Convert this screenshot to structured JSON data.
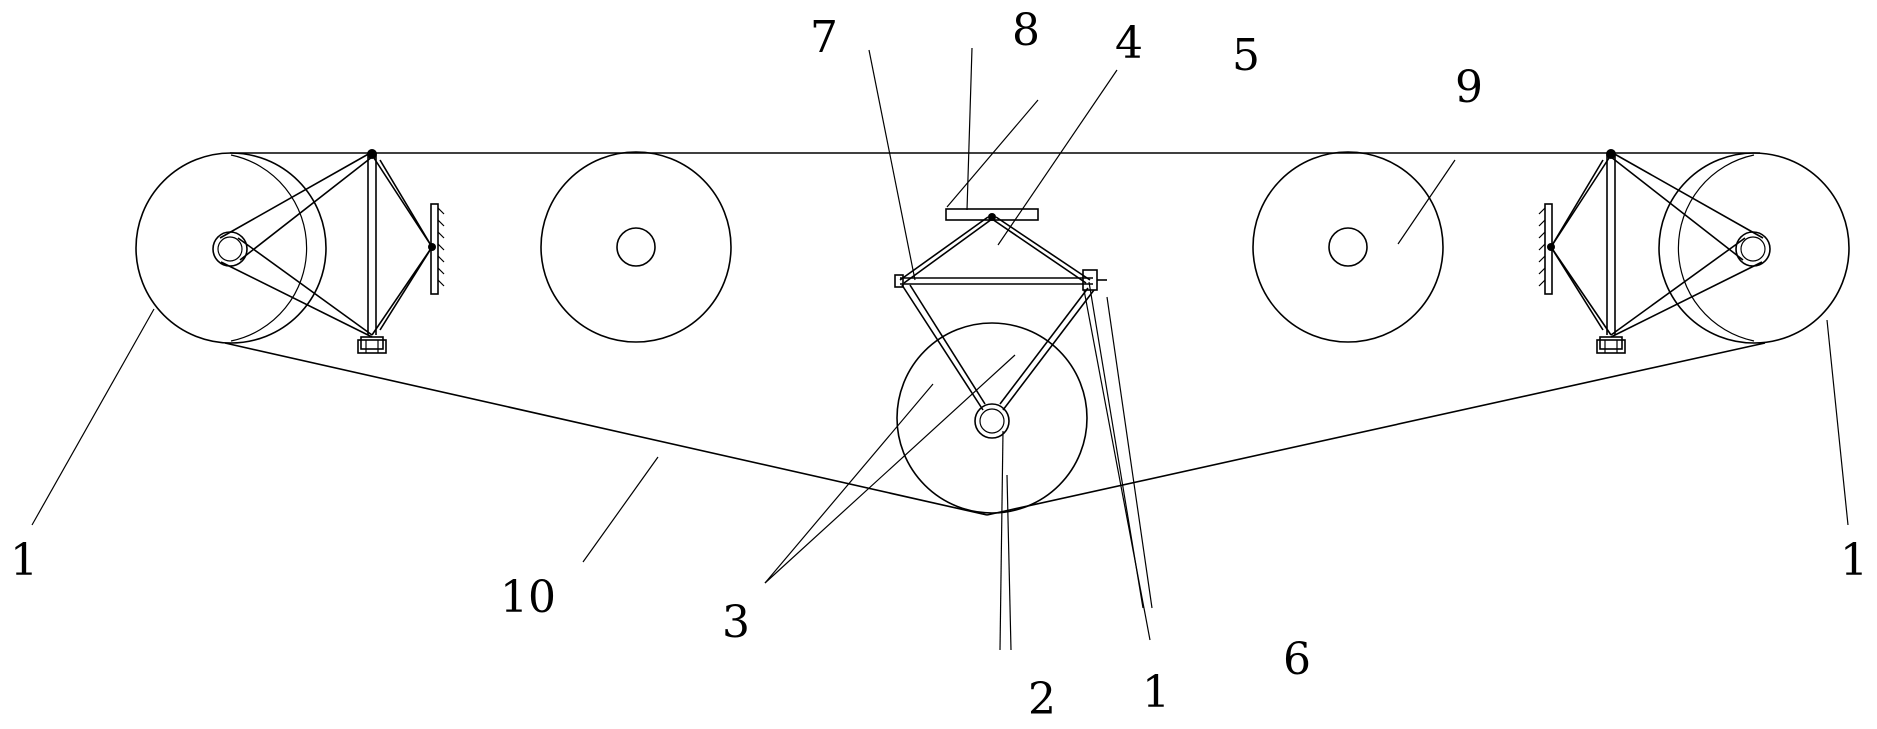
{
  "labels": {
    "l1_left": "1",
    "l1_right": "1",
    "l1_bottom": "1",
    "l2": "2",
    "l3": "3",
    "l4": "4",
    "l5": "5",
    "l6": "6",
    "l7": "7",
    "l8": "8",
    "l9": "9",
    "l10": "10"
  }
}
